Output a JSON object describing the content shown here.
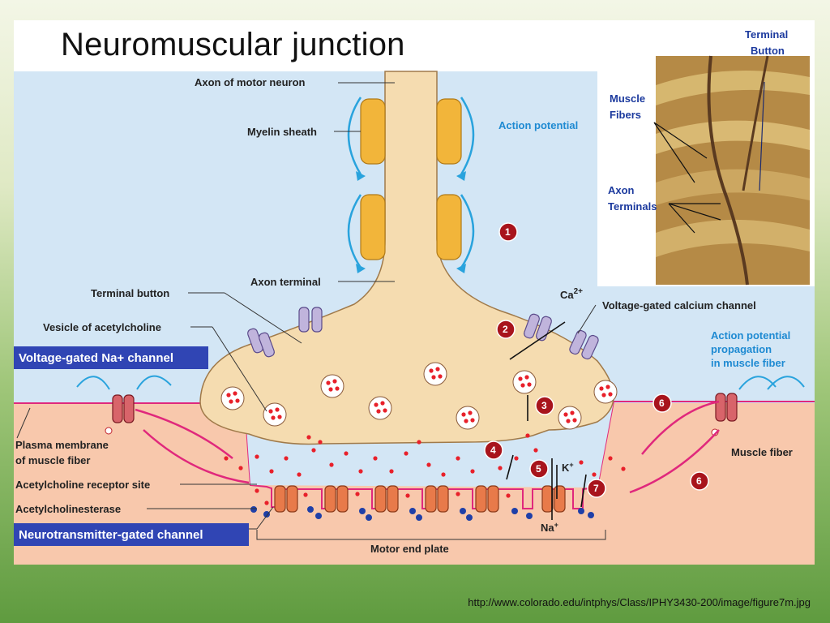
{
  "slide": {
    "title": "Neuromuscular junction",
    "credit": "http://www.colorado.edu/intphys/Class/IPHY3430-200/image/figure7m.jpg"
  },
  "diagram": {
    "labels": {
      "axon_of_motor_neuron": "Axon of motor neuron",
      "myelin_sheath": "Myelin sheath",
      "action_potential": "Action potential",
      "axon_terminal": "Axon terminal",
      "terminal_button": "Terminal button",
      "vesicle_of_acetylcholine": "Vesicle of acetylcholine",
      "voltage_gated_na_channel": "Voltage-gated Na+ channel",
      "plasma_membrane_line1": "Plasma membrane",
      "plasma_membrane_line2": "of muscle fiber",
      "acetylcholine_receptor_site": "Acetylcholine receptor site",
      "acetylcholinesterase": "Acetylcholinesterase",
      "neurotransmitter_gated_channel": "Neurotransmitter-gated channel",
      "motor_end_plate": "Motor end plate",
      "voltage_gated_calcium_channel": "Voltage-gated calcium channel",
      "ap_propagation_line1": "Action potential",
      "ap_propagation_line2": "propagation",
      "ap_propagation_line3": "in muscle fiber",
      "muscle_fiber": "Muscle fiber",
      "ca": "Ca",
      "ca_charge": "2+",
      "k": "K",
      "k_charge": "+",
      "na": "Na",
      "na_charge": "+"
    },
    "steps": [
      "1",
      "2",
      "3",
      "4",
      "5",
      "6",
      "6",
      "7"
    ],
    "photo_labels": {
      "terminal_button_line1": "Terminal",
      "terminal_button_line2": "Button",
      "muscle_fibers_line1": "Muscle",
      "muscle_fibers_line2": "Fibers",
      "axon_terminals_line1": "Axon",
      "axon_terminals_line2": "Terminals"
    },
    "colors": {
      "background_blue": "#d3e6f5",
      "muscle_fill": "#f8c8ac",
      "neuron_fill": "#f5dcb0",
      "myelin": "#f2b53a",
      "vesicle_dot": "#e8202a",
      "step_circle": "#a8141c",
      "label_box": "#3045b4",
      "arrow_blue": "#29a3dd",
      "arrow_magenta": "#e0287c",
      "esterase_dot": "#1f3fa8"
    }
  }
}
